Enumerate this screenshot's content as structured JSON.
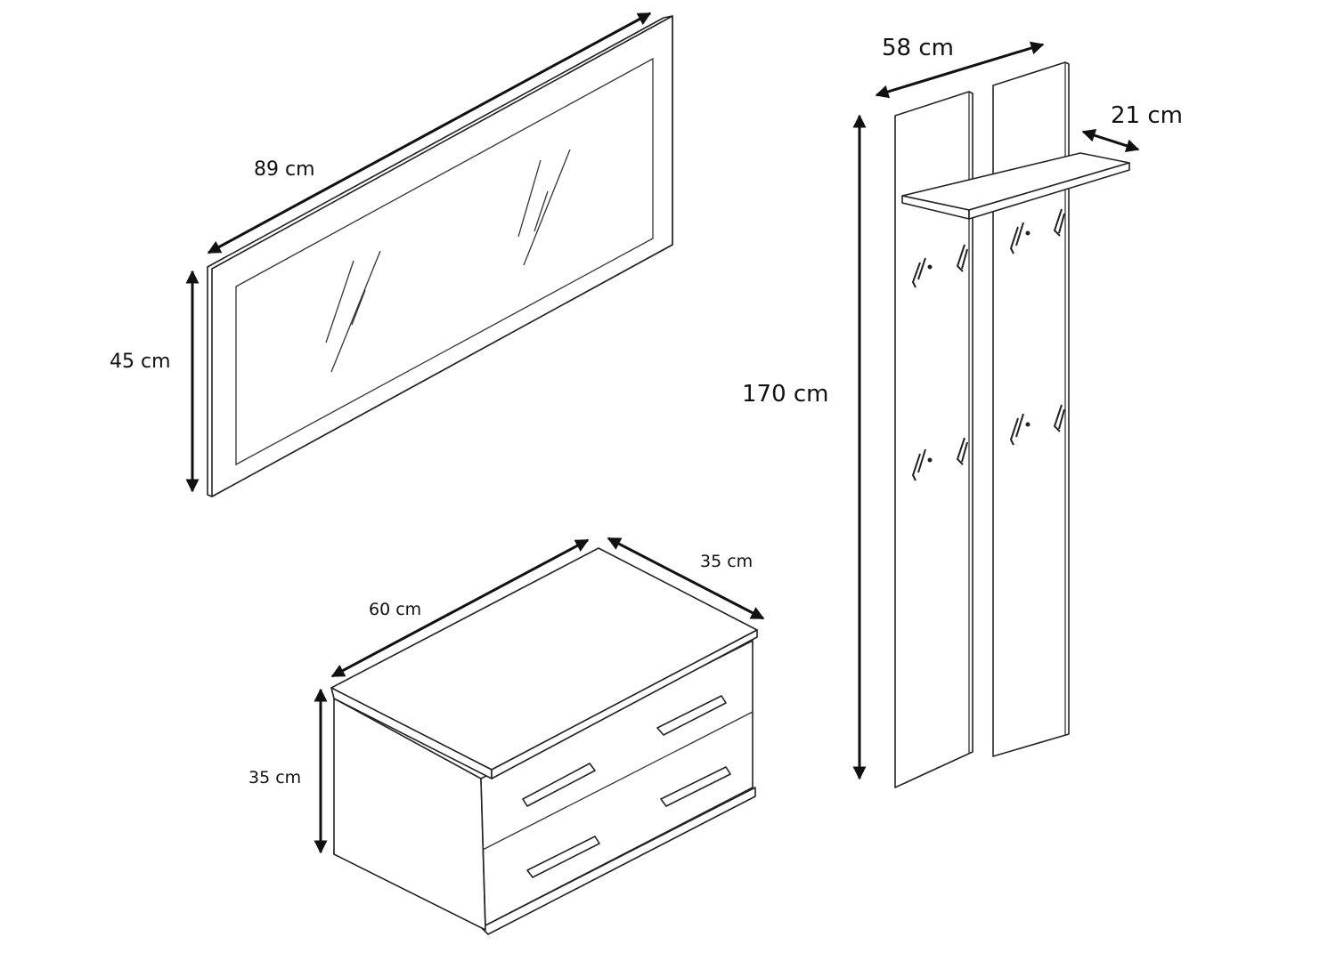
{
  "mirror": {
    "width_label": "89 cm",
    "height_label": "45 cm"
  },
  "coat_rack": {
    "width_label": "58 cm",
    "shelf_depth_label": "21 cm",
    "height_label": "170 cm"
  },
  "cabinet": {
    "width_label": "60 cm",
    "depth_label": "35 cm",
    "height_label": "35 cm"
  }
}
